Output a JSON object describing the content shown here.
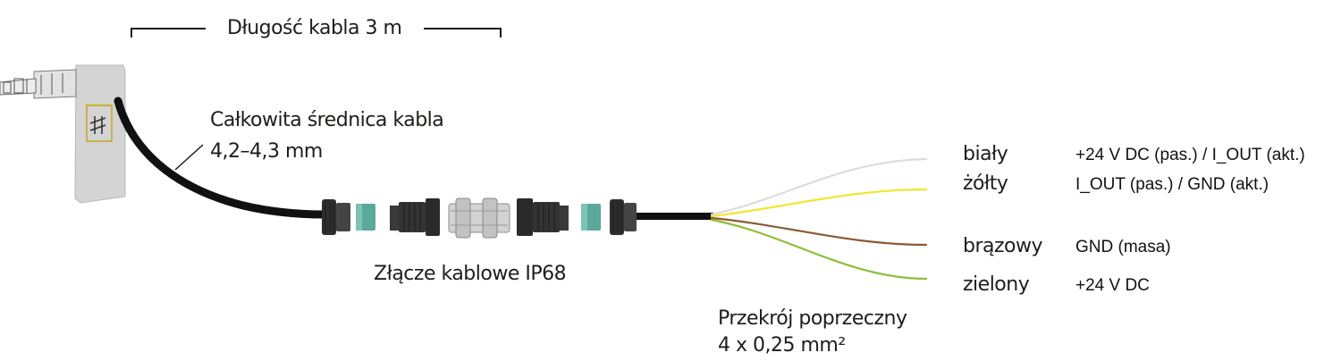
{
  "cable_length_label": "Długość kabla 3 m",
  "outer_diameter": {
    "label": "Całkowita średnica kabla",
    "value": "4,2–4,3 mm"
  },
  "connector_label": "Złącze kablowe IP68",
  "cross_section": {
    "label": "Przekrój poprzeczny",
    "value": "4 x 0,25 mm²"
  },
  "wires": [
    {
      "color_name": "biały",
      "signal": "+24 V DC (pas.) / I_OUT (akt.)",
      "color": "#dcdcdc"
    },
    {
      "color_name": "żółty",
      "signal": "I_OUT (pas.) / GND (akt.)",
      "color": "#f2e632"
    },
    {
      "color_name": "brązowy",
      "signal": "GND (masa)",
      "color": "#8a5a36"
    },
    {
      "color_name": "zielony",
      "signal": "+24 V DC",
      "color": "#8fbd3a"
    }
  ],
  "colors": {
    "cable": "#111111",
    "housing": "#d4d4d4",
    "seal": "#5aa99a",
    "nut": "#333333"
  }
}
